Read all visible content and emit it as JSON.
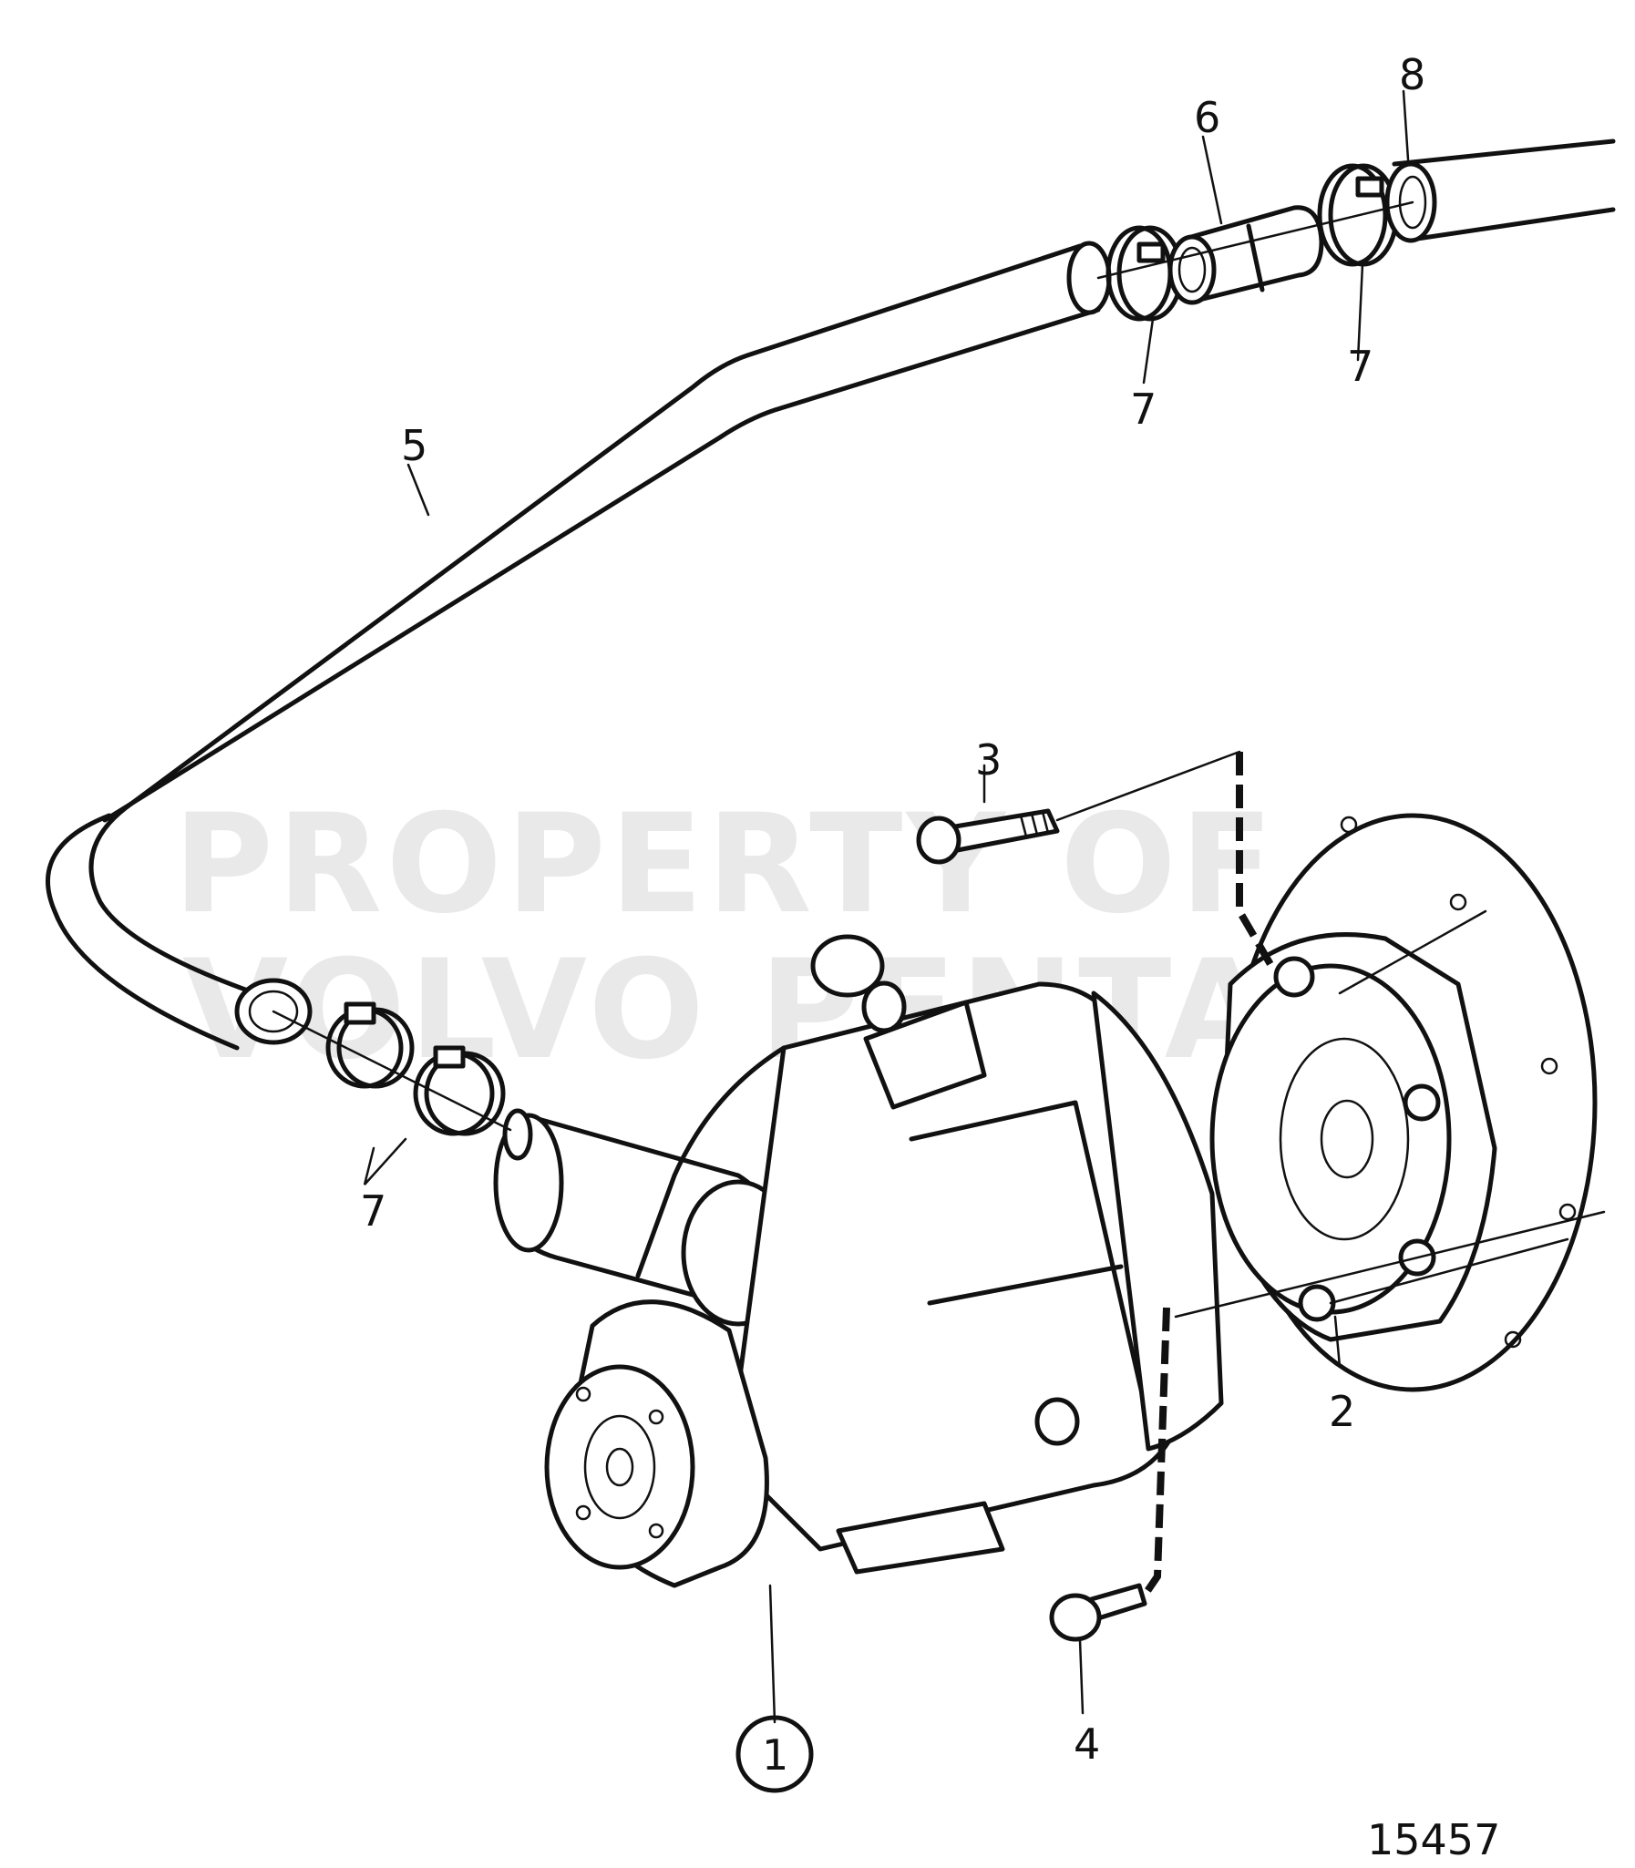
{
  "watermark": {
    "line1": "PROPERTY OF",
    "line2": "VOLVO PENTA"
  },
  "callouts": {
    "part_1": "1",
    "part_2": "2",
    "part_3": "3",
    "part_4": "4",
    "part_5": "5",
    "part_6": "6",
    "part_7a": "7",
    "part_7b": "7",
    "part_7c": "7",
    "part_8": "8"
  },
  "drawing_number": "15457",
  "colors": {
    "line": "#111111",
    "watermark": "#e9e9e9",
    "background": "#ffffff"
  }
}
